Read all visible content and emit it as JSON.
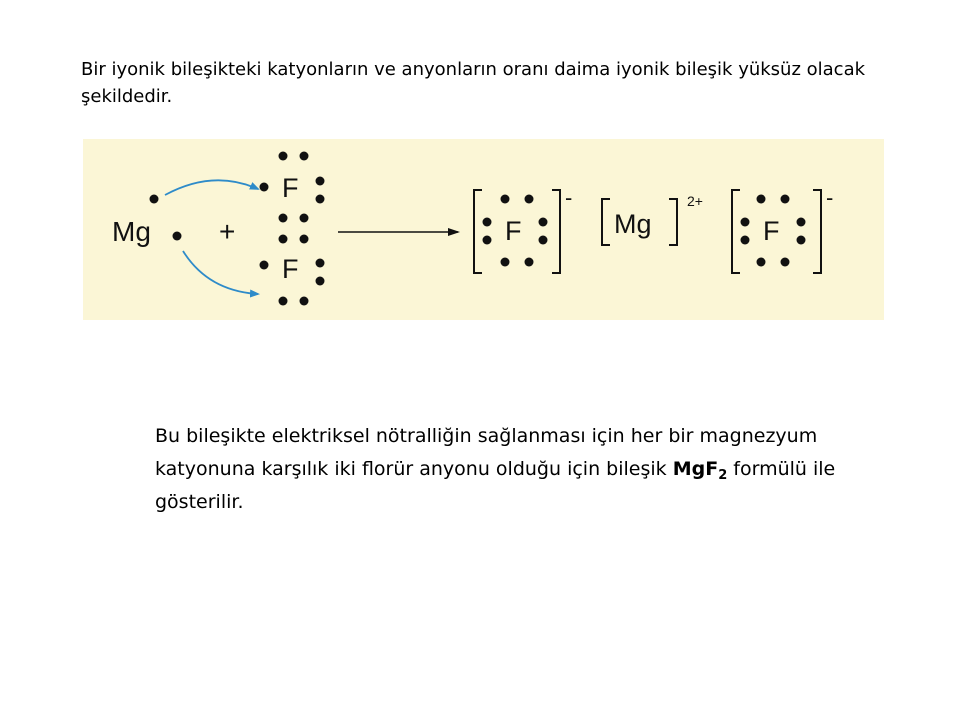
{
  "title": "Bir iyonik bileşikteki katyonların ve anyonların oranı daima iyonik bileşik yüksüz olacak şekildedir.",
  "diagram": {
    "panel_color": "#fbf6d6",
    "arrow_color": "#2e8bc9",
    "reactant_metal": "Mg",
    "plus_sign": "+",
    "halogen": "F",
    "product_anion_symbol": "F",
    "anion_charge": "-",
    "product_cation_symbol": "Mg",
    "cation_charge": "2+"
  },
  "explanation": {
    "text_before": "Bu bileşikte elektriksel nötralliğin sağlanması için her bir magnezyum katyonuna karşılık iki florür anyonu olduğu için bileşik ",
    "formula_main": "MgF",
    "formula_sub": "2",
    "text_after": " formülü ile gösterilir."
  }
}
